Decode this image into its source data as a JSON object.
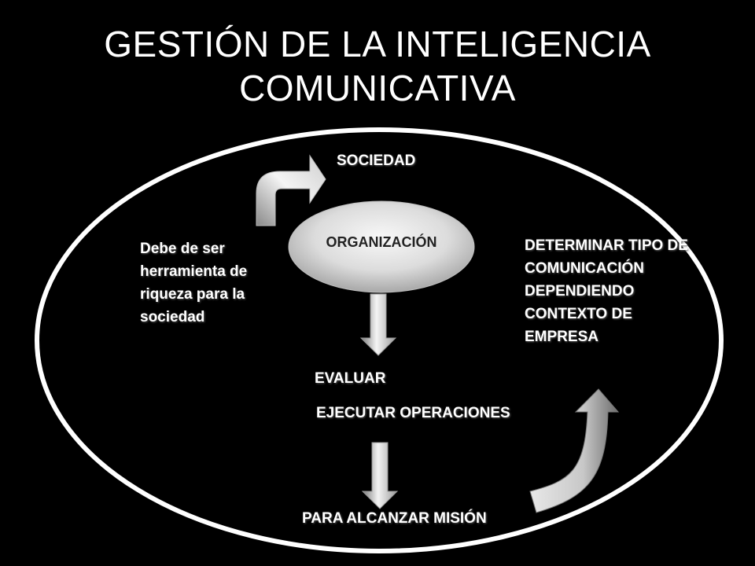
{
  "title": {
    "line1": "GESTIÓN DE LA INTELIGENCIA",
    "line2": "COMUNICATIVA"
  },
  "labels": {
    "sociedad": "SOCIEDAD",
    "organizacion": "ORGANIZACIÓN",
    "left_text": "Debe de ser herramienta de riqueza para la sociedad",
    "right_text": "DETERMINAR TIPO DE COMUNICACIÓN DEPENDIENDO CONTEXTO DE EMPRESA",
    "evaluar": "EVALUAR",
    "ejecutar": "EJECUTAR OPERACIONES",
    "mision": "PARA ALCANZAR MISIÓN"
  },
  "colors": {
    "background": "#000000",
    "text": "#ffffff",
    "ellipse_outline": "#ffffff",
    "arrow_fill_light": "#f2f2f2",
    "arrow_fill_dark": "#8c8c8c",
    "organization_fill": "#d9d9d9"
  }
}
